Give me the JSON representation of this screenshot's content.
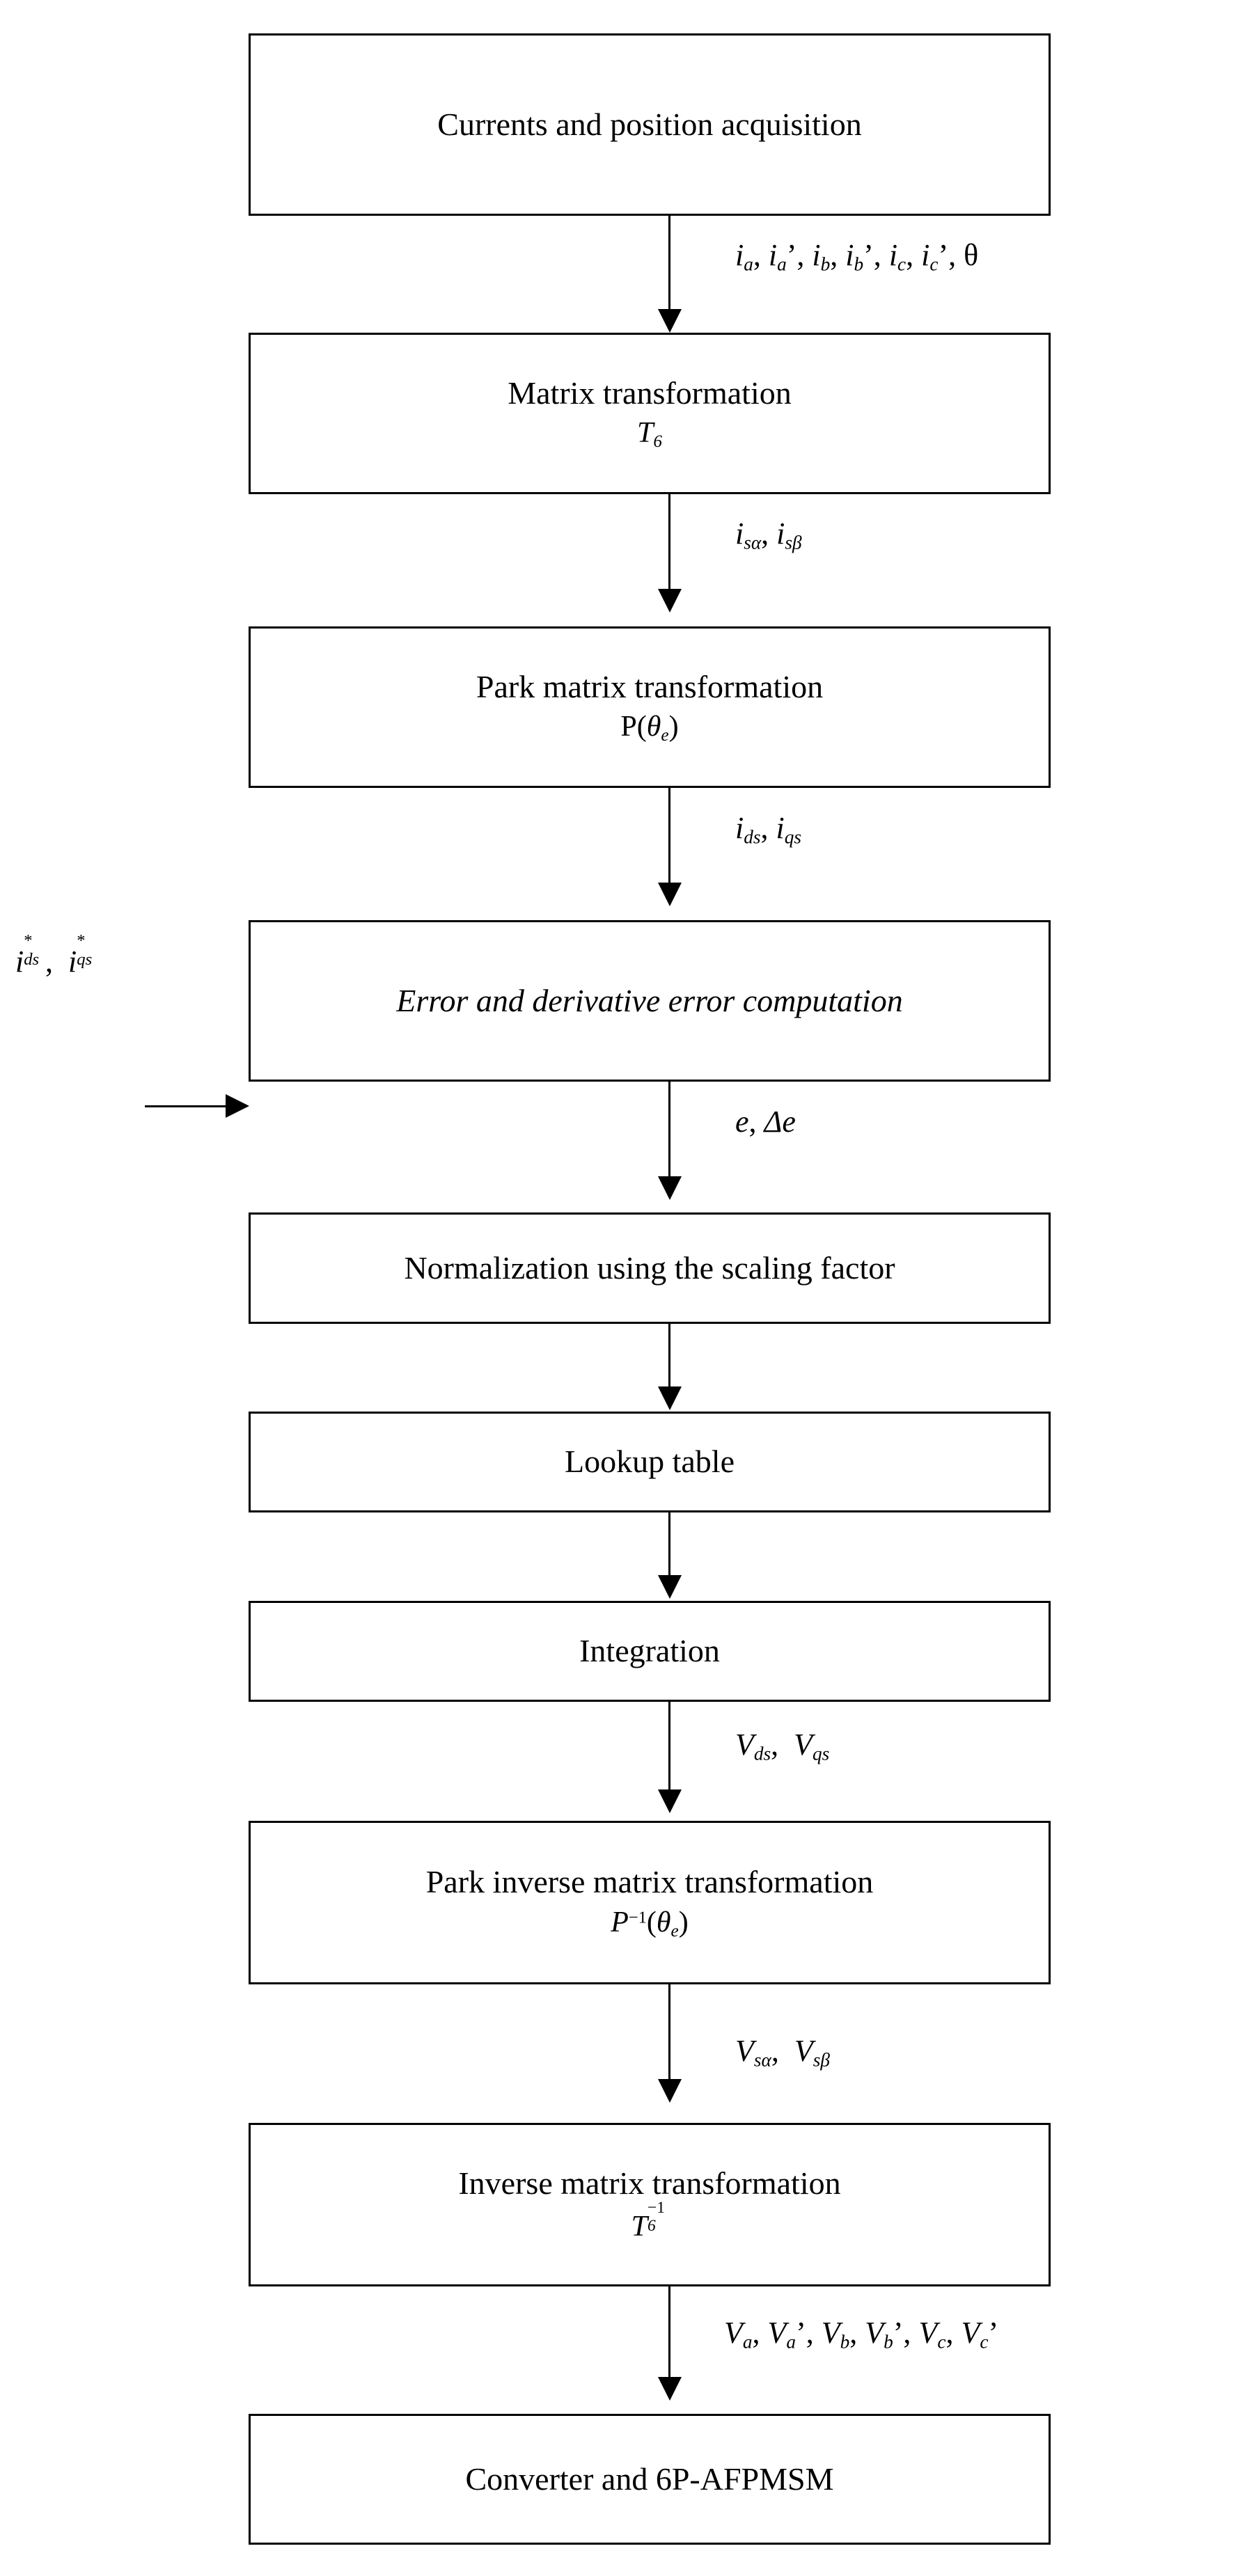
{
  "diagram": {
    "title": "Control scheme flowchart of a 6P-AFPMSM drive",
    "type": "flowchart",
    "orientation": "top-to-bottom",
    "node_count": 10,
    "colors": {
      "background": "#ffffff",
      "stroke": "#000000",
      "text": "#000000"
    }
  },
  "nodes": [
    {
      "id": "currents-position-acquisition",
      "line1": "Currents and position acquisition",
      "line2": "",
      "style": "normal"
    },
    {
      "id": "matrix-transformation",
      "line1": "Matrix transformation",
      "line2": "T6",
      "style": "normal"
    },
    {
      "id": "park-matrix-transformation",
      "line1": "Park matrix transformation",
      "line2": "P(θe)",
      "style": "normal"
    },
    {
      "id": "error-derivative-computation",
      "line1": "Error and derivative error computation",
      "line2": "",
      "style": "italic"
    },
    {
      "id": "normalization-scaling-factor",
      "line1": "Normalization using the scaling factor",
      "line2": "",
      "style": "normal"
    },
    {
      "id": "lookup-table",
      "line1": "Lookup table",
      "line2": "",
      "style": "normal"
    },
    {
      "id": "integration",
      "line1": "Integration",
      "line2": "",
      "style": "normal"
    },
    {
      "id": "park-inverse-matrix-transformation",
      "line1": "Park inverse matrix transformation",
      "line2": "P⁻¹(θe)",
      "style": "normal"
    },
    {
      "id": "inverse-matrix-transformation",
      "line1": "Inverse matrix transformation",
      "line2": "T6⁻¹",
      "style": "normal"
    },
    {
      "id": "converter-6p-afpmsm",
      "line1": "Converter and 6P-AFPMSM",
      "line2": "",
      "style": "normal"
    }
  ],
  "edge_labels": {
    "acquisition_to_matrix": "ia, ia', ib, ib', ic, ic', θ",
    "matrix_to_park": "isα, isβ",
    "park_to_error": "ids, iqs",
    "error_to_normalization": "e, Δe",
    "integration_to_park_inverse": "Vds, Vqs",
    "park_inverse_to_inverse": "Vsα, Vsβ",
    "inverse_to_converter": "Va, Va', Vb, Vb', Vc, Vc'",
    "reference_input": "ids*, iqs*"
  },
  "tokens": {
    "i": "i",
    "V": "V",
    "T": "T",
    "P": "P",
    "theta": "θ",
    "theta_e": "θe",
    "alpha": "α",
    "beta": "β",
    "delta": "Δ",
    "e": "e",
    "prime": "’",
    "star": "*",
    "comma": ",",
    "six": "6",
    "minus_one": "-1",
    "sub_a": "a",
    "sub_b": "b",
    "sub_c": "c",
    "sub_s": "s",
    "sub_ds": "ds",
    "sub_qs": "qs",
    "sub_sa": "sα",
    "sub_sb": "sβ"
  }
}
